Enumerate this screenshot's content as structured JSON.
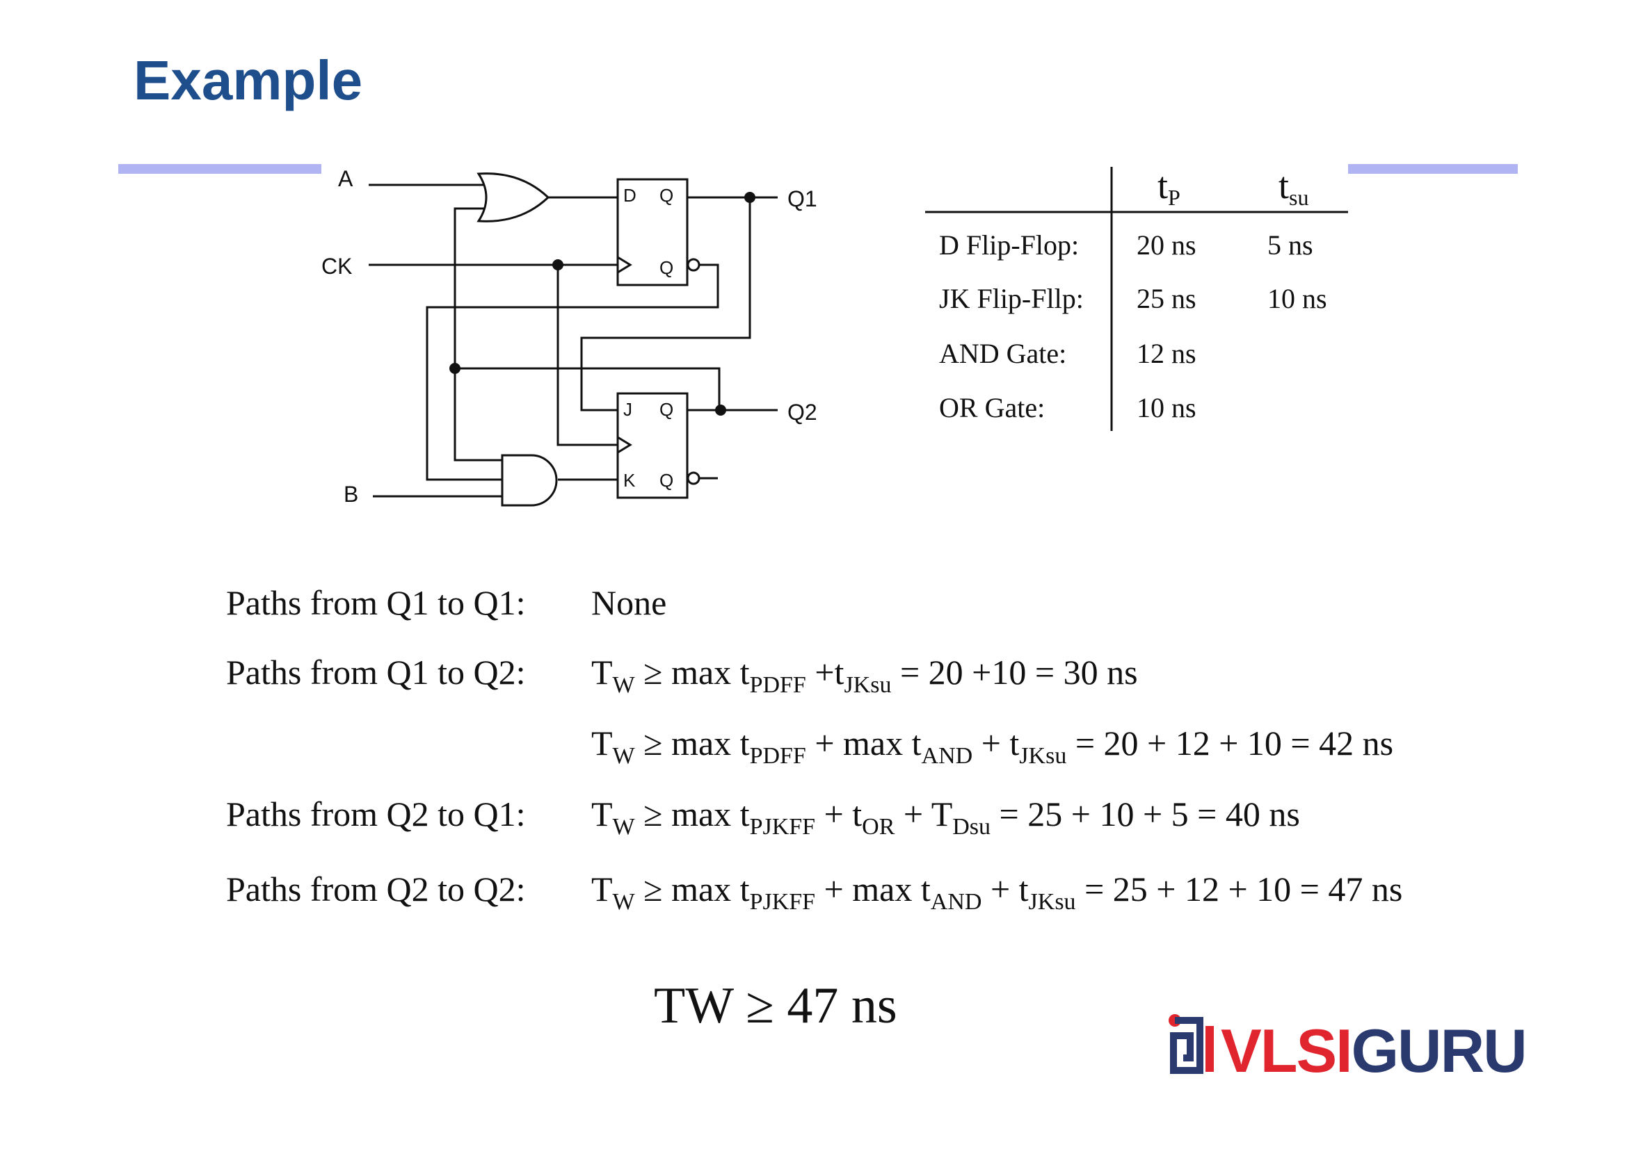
{
  "title": "Example",
  "circuit": {
    "signals": {
      "a": "A",
      "ck": "CK",
      "b": "B",
      "q1": "Q1",
      "q2": "Q2"
    },
    "dff_pins": {
      "d": "D",
      "q": "Q",
      "qbar": "Q"
    },
    "jkff_pins": {
      "j": "J",
      "q": "Q",
      "k": "K",
      "qbar": "Q"
    }
  },
  "timing_table": {
    "headers": {
      "tp_main": "t",
      "tp_sub": "P",
      "tsu_main": "t",
      "tsu_sub": "su"
    },
    "rows": [
      {
        "name": "D Flip-Flop:",
        "tp": "20 ns",
        "tsu": "5 ns"
      },
      {
        "name": "JK Flip-Fllp:",
        "tp": "25 ns",
        "tsu": "10 ns"
      },
      {
        "name": "AND Gate:",
        "tp": "12 ns",
        "tsu": ""
      },
      {
        "name": "OR Gate:",
        "tp": "10 ns",
        "tsu": ""
      }
    ]
  },
  "paths": {
    "q1_q1": {
      "label": "Paths from Q1 to Q1:",
      "eq": "None"
    },
    "q1_q2": {
      "label": "Paths from Q1 to Q2:",
      "eq1": {
        "t": "T",
        "w": "W",
        "a": " ≥ max t",
        "s1": "PDFF",
        "b": " +t",
        "s2": "JKsu",
        "c": " = 20 +10 = 30 ns"
      },
      "eq2": {
        "t": "T",
        "w": "W",
        "a": " ≥ max t",
        "s1": "PDFF",
        "b": " + max t",
        "s2": "AND",
        "c": " + t",
        "s3": "JKsu",
        "d": " = 20 + 12 + 10 = 42 ns"
      }
    },
    "q2_q1": {
      "label": "Paths from Q2 to Q1:",
      "eq": {
        "t": "T",
        "w": "W",
        "a": " ≥ max t",
        "s1": "PJKFF",
        "b": " + t",
        "s2": "OR",
        "c": " + T",
        "s3": "Dsu",
        "d": " = 25 + 10 + 5 = 40 ns"
      }
    },
    "q2_q2": {
      "label": "Paths from Q2 to Q2:",
      "eq": {
        "t": "T",
        "w": "W",
        "a": " ≥ max t",
        "s1": "PJKFF",
        "b": " + max t",
        "s2": "AND",
        "c": " + t",
        "s3": "JKsu",
        "d": " = 25 + 12 + 10 = 47 ns"
      }
    }
  },
  "conclusion": "TW ≥ 47 ns",
  "logo": {
    "text_red": "VLSI",
    "text_blue": "GURU",
    "red": "#e0252e",
    "blue": "#2a3a6e"
  },
  "colors": {
    "title": "#1f4e8c",
    "rule": "#b0b4f2"
  }
}
